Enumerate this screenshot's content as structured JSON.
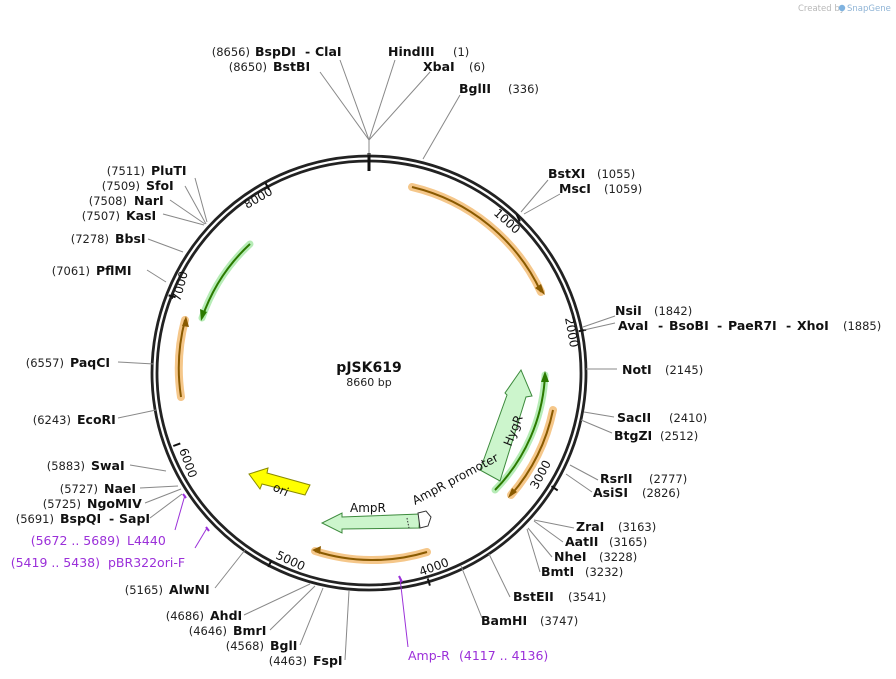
{
  "plasmid": {
    "name": "pJSK619",
    "length": "8660 bp"
  },
  "credit": {
    "prefix": "Created by",
    "brand": "SnapGene"
  },
  "ticks": [
    "1000",
    "2000",
    "3000",
    "4000",
    "5000",
    "6000",
    "7000",
    "8000"
  ],
  "features": [
    {
      "name": "HygR",
      "color": "#ccf5cc"
    },
    {
      "name": "ori",
      "color": "#ffff00"
    },
    {
      "name": "AmpR",
      "color": "#ccf5cc"
    },
    {
      "name": "AmpR promoter",
      "color": "#ffffff"
    }
  ],
  "enzymes": [
    {
      "pos": "(8656)",
      "names": [
        "BspDI",
        "ClaI"
      ]
    },
    {
      "pos": "(8650)",
      "names": [
        "BstBI"
      ]
    },
    {
      "pos": "(1)",
      "names": [
        "HindIII"
      ]
    },
    {
      "pos": "(6)",
      "names": [
        "XbaI"
      ]
    },
    {
      "pos": "(336)",
      "names": [
        "BglII"
      ]
    },
    {
      "pos": "(1055)",
      "names": [
        "BstXI"
      ]
    },
    {
      "pos": "(1059)",
      "names": [
        "MscI"
      ]
    },
    {
      "pos": "(1842)",
      "names": [
        "NsiI"
      ]
    },
    {
      "pos": "(1885)",
      "names": [
        "AvaI",
        "BsoBI",
        "PaeR7I",
        "XhoI"
      ]
    },
    {
      "pos": "(2145)",
      "names": [
        "NotI"
      ]
    },
    {
      "pos": "(2410)",
      "names": [
        "SacII"
      ]
    },
    {
      "pos": "(2512)",
      "names": [
        "BtgZI"
      ]
    },
    {
      "pos": "(2777)",
      "names": [
        "RsrII"
      ]
    },
    {
      "pos": "(2826)",
      "names": [
        "AsiSI"
      ]
    },
    {
      "pos": "(3163)",
      "names": [
        "ZraI"
      ]
    },
    {
      "pos": "(3165)",
      "names": [
        "AatII"
      ]
    },
    {
      "pos": "(3228)",
      "names": [
        "NheI"
      ]
    },
    {
      "pos": "(3232)",
      "names": [
        "BmtI"
      ]
    },
    {
      "pos": "(3541)",
      "names": [
        "BstEII"
      ]
    },
    {
      "pos": "(3747)",
      "names": [
        "BamHI"
      ]
    },
    {
      "pos": "(7511)",
      "names": [
        "PluTI"
      ]
    },
    {
      "pos": "(7509)",
      "names": [
        "SfoI"
      ]
    },
    {
      "pos": "(7508)",
      "names": [
        "NarI"
      ]
    },
    {
      "pos": "(7507)",
      "names": [
        "KasI"
      ]
    },
    {
      "pos": "(7278)",
      "names": [
        "BbsI"
      ]
    },
    {
      "pos": "(7061)",
      "names": [
        "PflMI"
      ]
    },
    {
      "pos": "(6557)",
      "names": [
        "PaqCI"
      ]
    },
    {
      "pos": "(6243)",
      "names": [
        "EcoRI"
      ]
    },
    {
      "pos": "(5883)",
      "names": [
        "SwaI"
      ]
    },
    {
      "pos": "(5727)",
      "names": [
        "NaeI"
      ]
    },
    {
      "pos": "(5725)",
      "names": [
        "NgoMIV"
      ]
    },
    {
      "pos": "(5691)",
      "names": [
        "BspQI",
        "SapI"
      ]
    },
    {
      "pos": "(5165)",
      "names": [
        "AlwNI"
      ]
    },
    {
      "pos": "(4686)",
      "names": [
        "AhdI"
      ]
    },
    {
      "pos": "(4646)",
      "names": [
        "BmrI"
      ]
    },
    {
      "pos": "(4568)",
      "names": [
        "BglI"
      ]
    },
    {
      "pos": "(4463)",
      "names": [
        "FspI"
      ]
    }
  ],
  "primers": [
    {
      "pos": "(5672 .. 5689)",
      "name": "L4440"
    },
    {
      "pos": "(5419 .. 5438)",
      "name": "pBR322ori-F"
    },
    {
      "name": "Amp-R",
      "pos": "(4117 .. 4136)"
    }
  ]
}
